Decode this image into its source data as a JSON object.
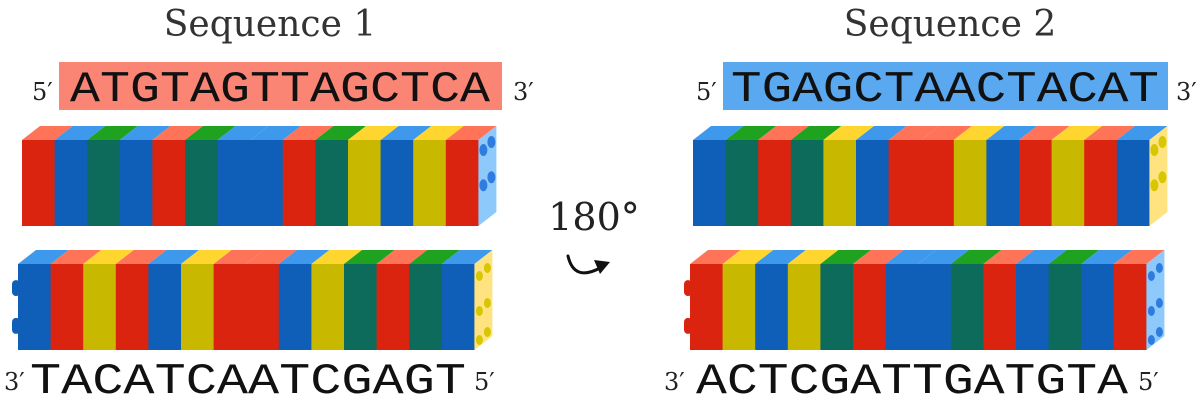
{
  "colors": {
    "A": "#db2410",
    "T": "#0f5fb8",
    "G": "#0c6b5b",
    "C": "#c8b800",
    "linker": "#111111"
  },
  "top_colors": {
    "A": "#ff7358",
    "T": "#3e98ec",
    "G": "#1ea220",
    "C": "#ffd530"
  },
  "end_colors": {
    "T": "#8ec9fb",
    "C": "#ffe380"
  },
  "stud_colors": {
    "T": "#2f7ce0",
    "C": "#d8c600"
  },
  "highlight_colors": {
    "seq1": "#fa8574",
    "seq2": "#5aa8f0"
  },
  "panels": [
    {
      "title": "Sequence 1",
      "top_strand": {
        "sequence": "ATGTAGTTAGCTCA",
        "left_label": "5′",
        "right_label": "3′"
      },
      "bottom_strand": {
        "sequence": "TACATCAATCGAGT",
        "left_label": "3′",
        "right_label": "5′"
      }
    },
    {
      "title": "Sequence 2",
      "top_strand": {
        "sequence": "TGAGCTAACTACAT",
        "left_label": "5′",
        "right_label": "3′"
      },
      "bottom_strand": {
        "sequence": "ACTCGATTGATGTA",
        "left_label": "3′",
        "right_label": "5′"
      }
    }
  ],
  "rotation": {
    "label": "180°",
    "arrow_icon": "curved-rotation-arrow"
  }
}
